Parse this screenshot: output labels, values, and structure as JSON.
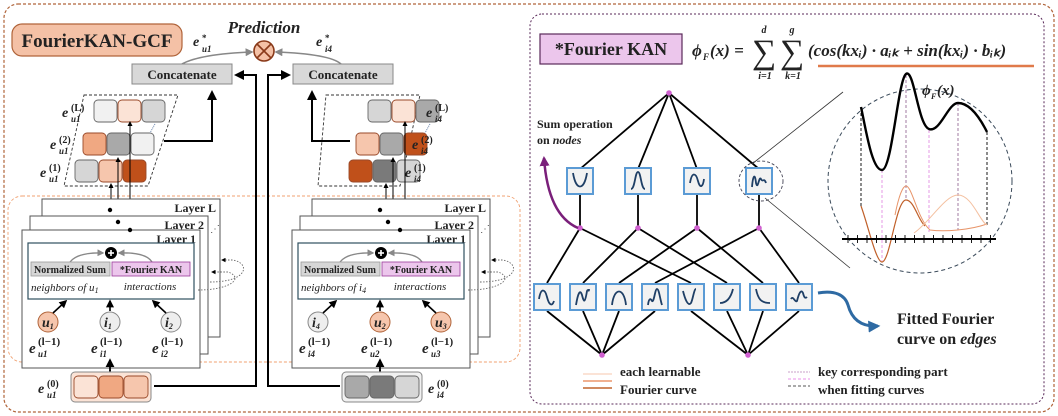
{
  "left_panel": {
    "title": "FourierKAN-GCF",
    "prediction_label": "Prediction",
    "user_final": "e*",
    "user_final_sub": "u1",
    "item_final": "e*",
    "item_final_sub": "i4",
    "concat_label": "Concatenate",
    "user_side": {
      "layer_emb_labels": [
        {
          "base": "e",
          "sup": "(L)",
          "sub": "u1"
        },
        {
          "base": "e",
          "sup": "(2)",
          "sub": "u1"
        },
        {
          "base": "e",
          "sup": "(1)",
          "sub": "u1"
        }
      ],
      "layer_names": [
        "Layer L",
        "Layer 2",
        "Layer 1"
      ],
      "norm_sum": "Normalized Sum",
      "fkan": "*Fourier KAN",
      "neighbors_text": "neighbors of u",
      "neighbors_sub": "1",
      "interactions_text": "interactions",
      "nodes": [
        {
          "label": "u",
          "sub": "1",
          "kind": "user",
          "emb_sub": "u1"
        },
        {
          "label": "i",
          "sub": "1",
          "kind": "item",
          "emb_sub": "i1"
        },
        {
          "label": "i",
          "sub": "2",
          "kind": "item",
          "emb_sub": "i2"
        }
      ],
      "emb_sup": "(l−1)",
      "initial_label": {
        "base": "e",
        "sup": "(0)",
        "sub": "u1"
      }
    },
    "item_side": {
      "layer_emb_labels": [
        {
          "base": "e",
          "sup": "(L)",
          "sub": "i4"
        },
        {
          "base": "e",
          "sup": "(2)",
          "sub": "i4"
        },
        {
          "base": "e",
          "sup": "(1)",
          "sub": "i4"
        }
      ],
      "layer_names": [
        "Layer L",
        "Layer 2",
        "Layer 1"
      ],
      "norm_sum": "Normalized Sum",
      "fkan": "*Fourier KAN",
      "neighbors_text": "neighbors of i",
      "neighbors_sub": "4",
      "interactions_text": "interactions",
      "nodes": [
        {
          "label": "i",
          "sub": "4",
          "kind": "item",
          "emb_sub": "i4"
        },
        {
          "label": "u",
          "sub": "2",
          "kind": "user",
          "emb_sub": "u2"
        },
        {
          "label": "u",
          "sub": "3",
          "kind": "user",
          "emb_sub": "u3"
        }
      ],
      "emb_sup": "(l−1)",
      "initial_label": {
        "base": "e",
        "sup": "(0)",
        "sub": "i4"
      }
    }
  },
  "right_panel": {
    "title": "*Fourier KAN",
    "formula": {
      "lhs": "ϕF(x) =",
      "sum1_top": "d",
      "sum1_bottom": "i=1",
      "sum2_top": "g",
      "sum2_bottom": "k=1",
      "body": "(cos(kxᵢ) · aᵢₖ + sin(kxᵢ) · bᵢₖ)"
    },
    "sum_op_line1": "Sum operation",
    "sum_op_line2_prefix": "on ",
    "sum_op_line2_italic": "nodes",
    "zoom_curve_label": "ϕF(x)",
    "fitted_line1": "Fitted Fourier",
    "fitted_line2_prefix": "curve on ",
    "fitted_line2_italic": "edges",
    "legend": [
      {
        "line1": "each learnable",
        "line2": "Fourier curve"
      },
      {
        "line1": "key corresponding part",
        "line2": "when fitting curves"
      }
    ]
  },
  "colors": {
    "orange_border": "#b0643a",
    "title_fill": "#f4c1a6",
    "purple_border": "#5a2a5a",
    "fkan_fill": "#ecc6ec",
    "fkan_border": "#9a3a9a",
    "node_pink": "#d060d0",
    "box_blue": "#5b9bd5",
    "curve_navy": "#1f3f66",
    "arrow_blue": "#2e6aa3",
    "emb_dark": "#c0501a",
    "emb_mid": "#f0a882",
    "emb_light": "#f6c6ad",
    "emb_pale": "#fbe3d6",
    "gray_dark": "#7a7a7a",
    "gray_mid": "#a9a9a9",
    "gray_light": "#d6d6d6",
    "gray_pale": "#f1f1f1"
  }
}
